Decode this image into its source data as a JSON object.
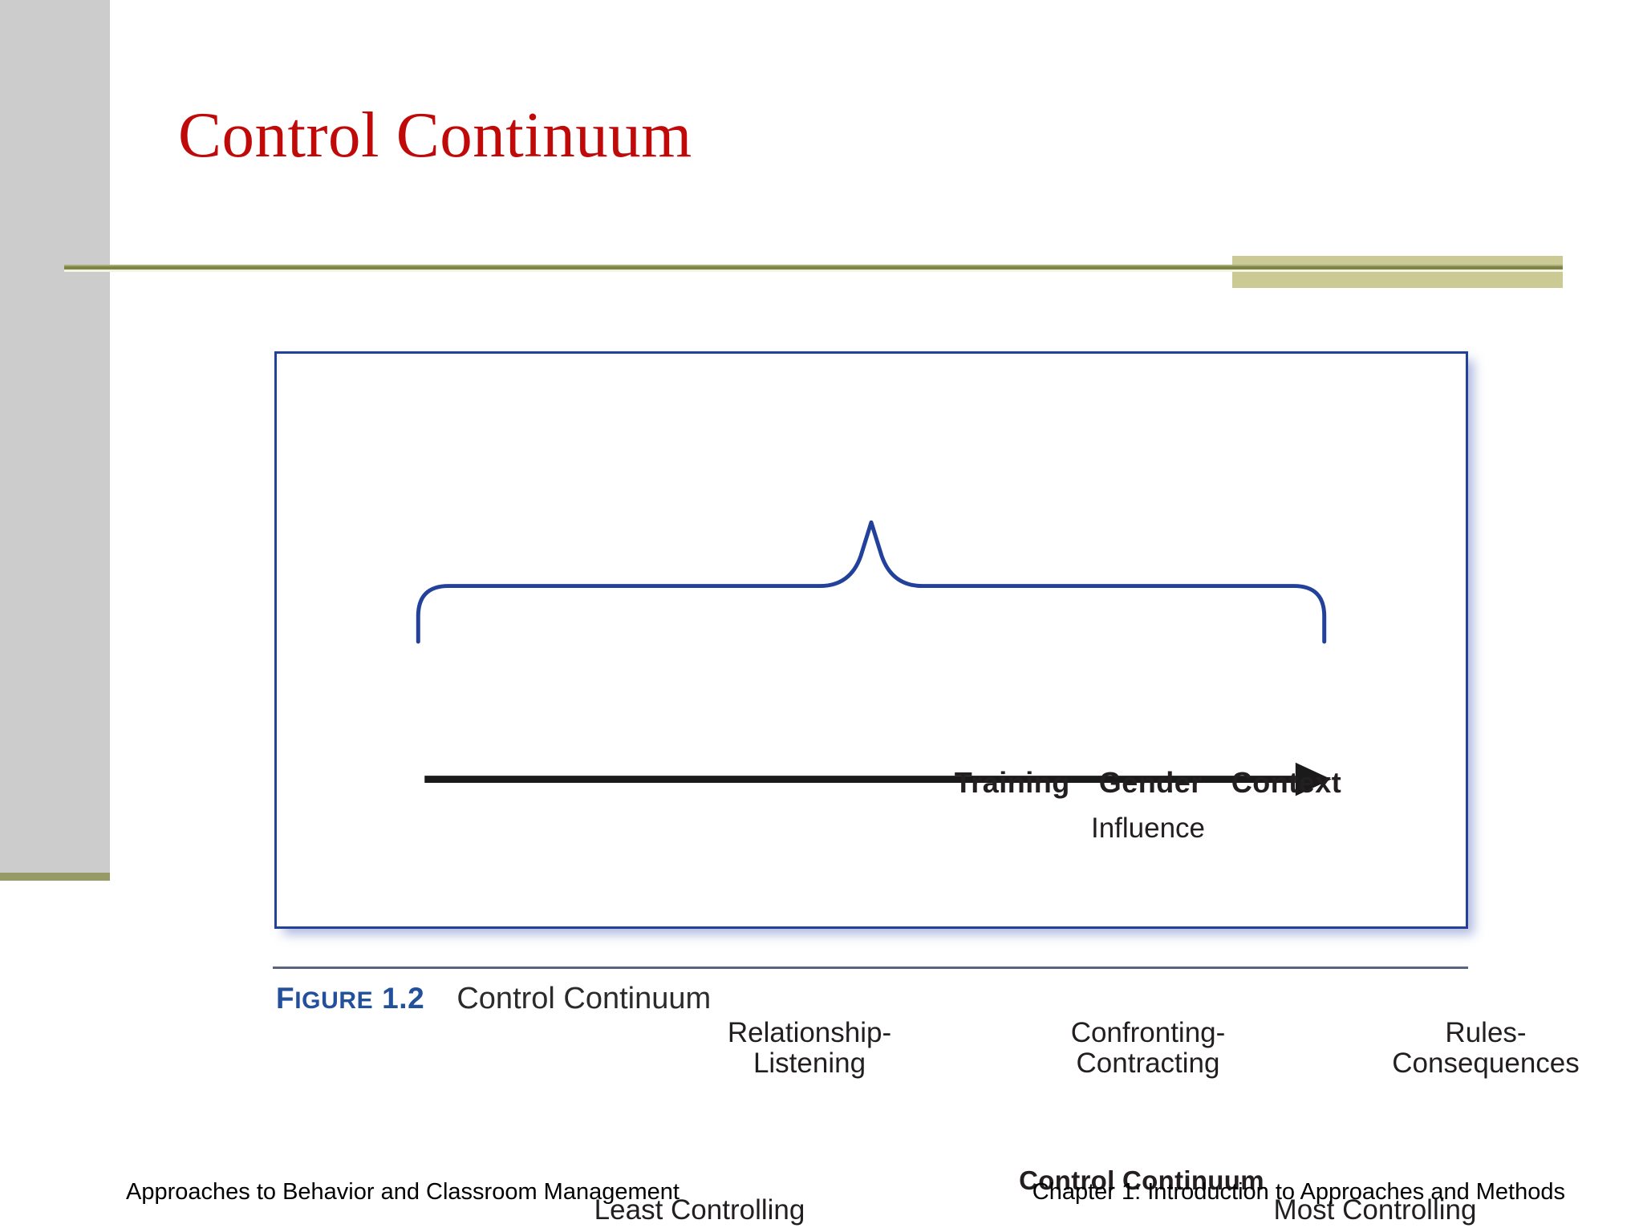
{
  "slide": {
    "title": "Control Continuum",
    "title_color": "#c00a0a",
    "accent_olive": "#7e8447",
    "accent_khaki": "#cbc994",
    "sidebar_gray": "#cccccc"
  },
  "figure": {
    "border_color": "#22419a",
    "brace_color": "#22419a",
    "arrow_color": "#1a1a1a",
    "influences": {
      "items": [
        "Training",
        "Gender",
        "Context"
      ],
      "subtitle": "Influence"
    },
    "continuum_labels": [
      {
        "line1": "Relationship-",
        "line2": "Listening"
      },
      {
        "line1": "Confronting-",
        "line2": "Contracting"
      },
      {
        "line1": "Rules-",
        "line2": "Consequences"
      }
    ],
    "axis": {
      "title": "Control Continuum",
      "left_end_label": "Least Controlling",
      "right_end_label": "Most Controlling"
    }
  },
  "caption": {
    "figure_word": "F",
    "figure_word_rest": "IGURE",
    "figure_number": "1.2",
    "figure_label": "Figure 1.2",
    "title": "Control Continuum",
    "number_color": "#23509b"
  },
  "footer": {
    "left": "Approaches to Behavior and Classroom Management",
    "right": "Chapter 1: Introduction to Approaches and Methods"
  }
}
